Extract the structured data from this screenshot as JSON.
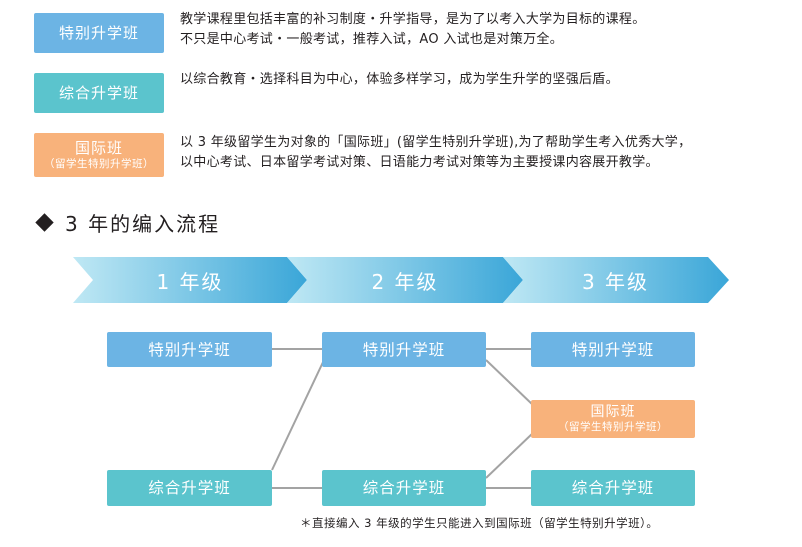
{
  "courses": [
    {
      "label": "特别升学班",
      "sublabel": "",
      "color": "#6cb4e4",
      "lines": [
        "教学课程里包括丰富的补习制度・升学指导，是为了以考入大学为目标的课程。",
        "不只是中心考试・一般考试，推荐入试，AO 入试也是对策万全。"
      ]
    },
    {
      "label": "综合升学班",
      "sublabel": "",
      "color": "#5bc4cd",
      "lines": [
        "以综合教育・选择科目为中心，体验多样学习，成为学生升学的坚强后盾。"
      ]
    },
    {
      "label": "国际班",
      "sublabel": "（留学生特别升学班）",
      "color": "#f8b27b",
      "lines": [
        "以 3 年级留学生为对象的「国际班」(留学生特别升学班),为了帮助学生考入优秀大学，",
        "以中心考试、日本留学考试对策、日语能力考试对策等为主要授课内容展开教学。"
      ]
    }
  ],
  "section_title": "3 年的编入流程",
  "years": [
    "1 年级",
    "2 年级",
    "3 年级"
  ],
  "flow_boxes": {
    "y1_special": "特别升学班",
    "y1_general": "综合升学班",
    "y2_special": "特别升学班",
    "y2_general": "综合升学班",
    "y3_special": "特别升学班",
    "y3_intl": "国际班",
    "y3_intl_sub": "（留学生特别升学班）",
    "y3_general": "综合升学班"
  },
  "footnote": "＊直接编入 3 年级的学生只能进入到国际班（留学生特别升学班）。",
  "colors": {
    "special": "#6cb4e4",
    "general": "#5bc4cd",
    "international": "#f8b27b",
    "arrow_light": "#bfe8f4",
    "arrow_dark": "#3aa6d8",
    "connector": "#a3a3a3"
  }
}
